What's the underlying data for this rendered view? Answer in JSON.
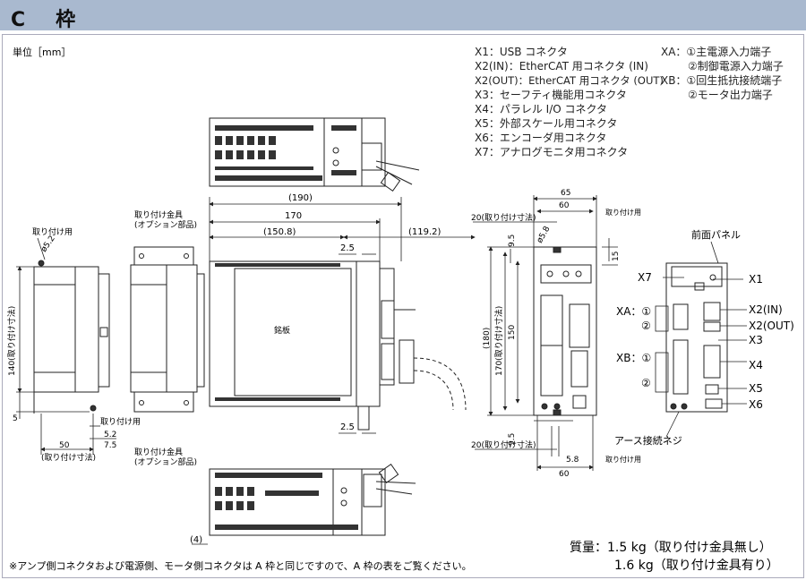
{
  "header": {
    "title": "C　枠"
  },
  "unit_label": "単位［mm］",
  "legend": {
    "connectors": [
      "X1：USB コネクタ",
      "X2(IN)：EtherCAT 用コネクタ (IN)",
      "X2(OUT)：EtherCAT 用コネクタ (OUT)",
      "X3：セーフティ機能用コネクタ",
      "X4：パラレル I/O コネクタ",
      "X5：外部スケール用コネクタ",
      "X6：エンコーダ用コネクタ",
      "X7：アナログモニタ用コネクタ"
    ],
    "terminals": [
      "XA：①主電源入力端子",
      "②制御電源入力端子",
      "XB：①回生抵抗接続端子",
      "②モータ出力端子"
    ]
  },
  "left_view": {
    "mount_hole_label": "取り付け用",
    "hole_dim": "ø5.2",
    "height_dim": "140(取り付け寸法)",
    "dim_5": "5",
    "dim_50": "50",
    "dim_50_sub": "(取り付け寸法)",
    "dim_7_5": "7.5",
    "dim_5_2": "5.2",
    "slot_label": "取り付け用"
  },
  "bracket": {
    "top_label_1": "取り付け金具",
    "top_label_2": "(オプション部品)",
    "bottom_label_1": "取り付け金具",
    "bottom_label_2": "(オプション部品)"
  },
  "side_view": {
    "dim_190": "(190)",
    "dim_170": "170",
    "dim_150_8": "(150.8)",
    "dim_119_2": "(119.2)",
    "dim_2_5_top": "2.5",
    "dim_2_5_bot": "2.5",
    "nameplate": "銘板",
    "dim_4": "(4)"
  },
  "front_view": {
    "dim_65": "65",
    "dim_60_top": "60",
    "dim_60_bot": "60",
    "dim_20_top": "20(取り付け寸法)",
    "dim_20_bot": "20(取り付け寸法)",
    "mount_top": "取り付け用",
    "mount_bot": "取り付け用",
    "dim_9_5_top": "9.5",
    "dim_9_5_bot": "9.5",
    "dim_5_8_top": "ø5.8",
    "dim_5_8_bot": "5.8",
    "dim_15": "15",
    "dim_180": "(180)",
    "dim_170": "170(取り付け寸法)",
    "dim_150": "150"
  },
  "panel_view": {
    "title": "前面パネル",
    "labels": [
      "X1",
      "X2(IN)",
      "X2(OUT)",
      "X3",
      "X4",
      "X5",
      "X6",
      "X7"
    ],
    "xa_label": "XA：①",
    "xa_2": "②",
    "xb_label": "XB：①",
    "xb_2": "②",
    "ground": "アース接続ネジ"
  },
  "footer": {
    "note": "※アンプ側コネクタおよび電源側、モータ側コネクタは A 枠と同じですので、A 枠の表をご覧ください。",
    "weight_1": "質量：1.5 kg（取り付け金具無し）",
    "weight_2": "1.6 kg（取り付け金具有り）"
  }
}
